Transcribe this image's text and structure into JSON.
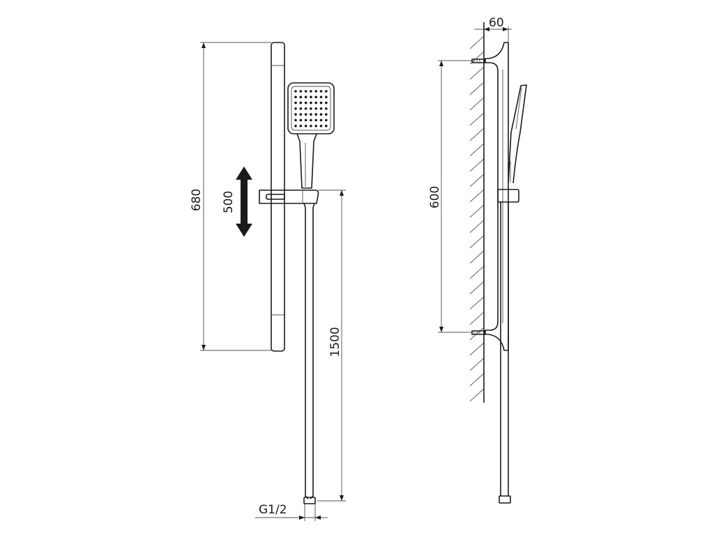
{
  "front_view": {
    "rail_length": "680",
    "slide_travel": "500",
    "hose_length": "1500",
    "thread": "G1/2"
  },
  "side_view": {
    "wall_offset": "60",
    "bracket_spacing": "600"
  }
}
